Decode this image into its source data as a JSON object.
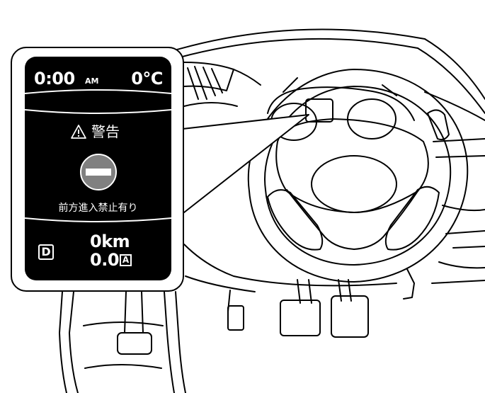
{
  "display": {
    "clock": "0:00",
    "clock_ampm": "AM",
    "temperature": "0℃",
    "warning_icon": "warning-triangle-icon",
    "warning_title": "警告",
    "sign_icon": "no-entry-sign-icon",
    "message": "前方進入禁止有り",
    "gear_badge": "D",
    "odometer": "0km",
    "trip": "0.0",
    "trip_badge": "A"
  },
  "colors": {
    "screen_background": "#000000",
    "screen_text": "#ffffff",
    "sign_fill": "#808080",
    "line_art": "#000000"
  }
}
